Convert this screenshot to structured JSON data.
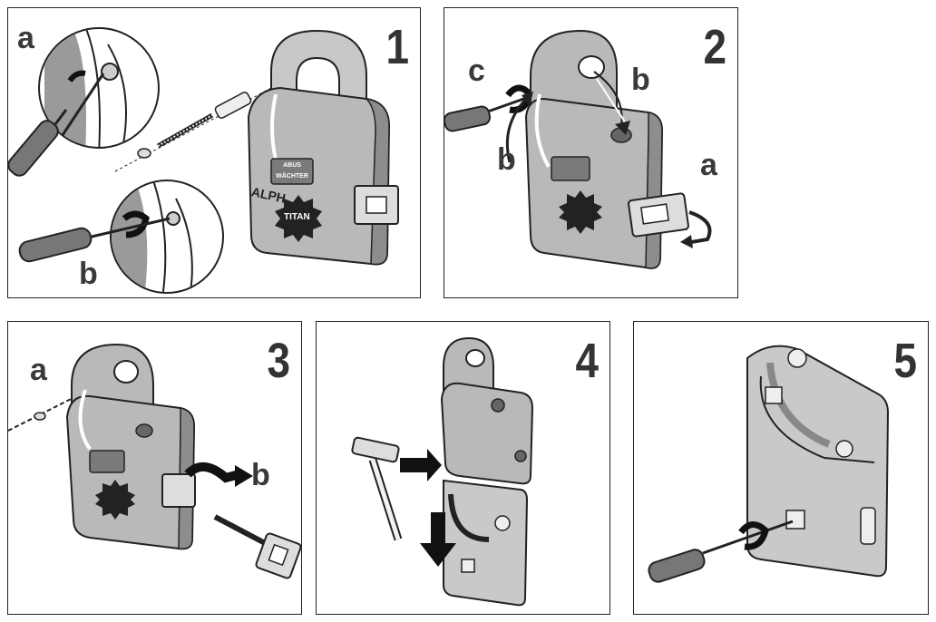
{
  "steps": [
    {
      "number": "1",
      "labels": {
        "a": "a",
        "b": "b"
      }
    },
    {
      "number": "2",
      "labels": {
        "a": "a",
        "b1": "b",
        "b2": "b",
        "c": "c"
      }
    },
    {
      "number": "3",
      "labels": {
        "a": "a",
        "b": "b"
      }
    },
    {
      "number": "4"
    },
    {
      "number": "5"
    }
  ],
  "branding": {
    "badge_line1": "ABUS",
    "badge_line2": "WÄCHTER",
    "model": "ALPH",
    "seal": "TITAN"
  },
  "colors": {
    "lock_body": "#b9b9b9",
    "lock_shade": "#8d8d8d",
    "line": "#1e1e1e",
    "arrow": "#1a1a1a"
  }
}
